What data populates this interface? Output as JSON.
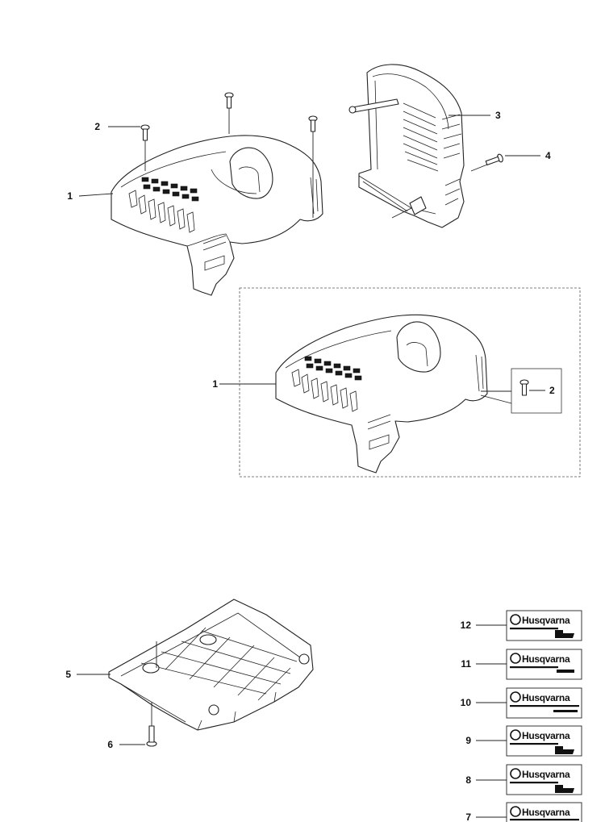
{
  "callouts": {
    "c1_top": "1",
    "c2_top": "2",
    "c3": "3",
    "c4": "4",
    "c1_kit": "1",
    "c2_kit": "2",
    "c5": "5",
    "c6": "6",
    "c7": "7",
    "c8": "8",
    "c9": "9",
    "c10": "10",
    "c11": "11",
    "c12": "12"
  },
  "decals": {
    "brand": "Husqvarna"
  }
}
